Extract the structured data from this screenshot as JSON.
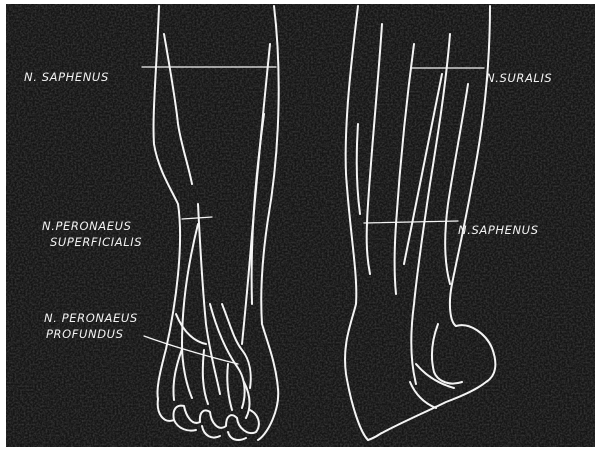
{
  "labels": {
    "saphenus_left": "N. SAPHENUS",
    "suralis": "N.SURALIS",
    "peronaeus_sup_1": "N.PERONAEUS",
    "peronaeus_sup_2": "SUPERFICIALIS",
    "saphenus_right": "N.SAPHENUS",
    "peronaeus_prof_1": "N. PERONAEUS",
    "peronaeus_prof_2": "PROFUNDUS"
  },
  "colors": {
    "background": "#151515",
    "line": "#f4f4f4",
    "text": "#f2f2f2"
  }
}
